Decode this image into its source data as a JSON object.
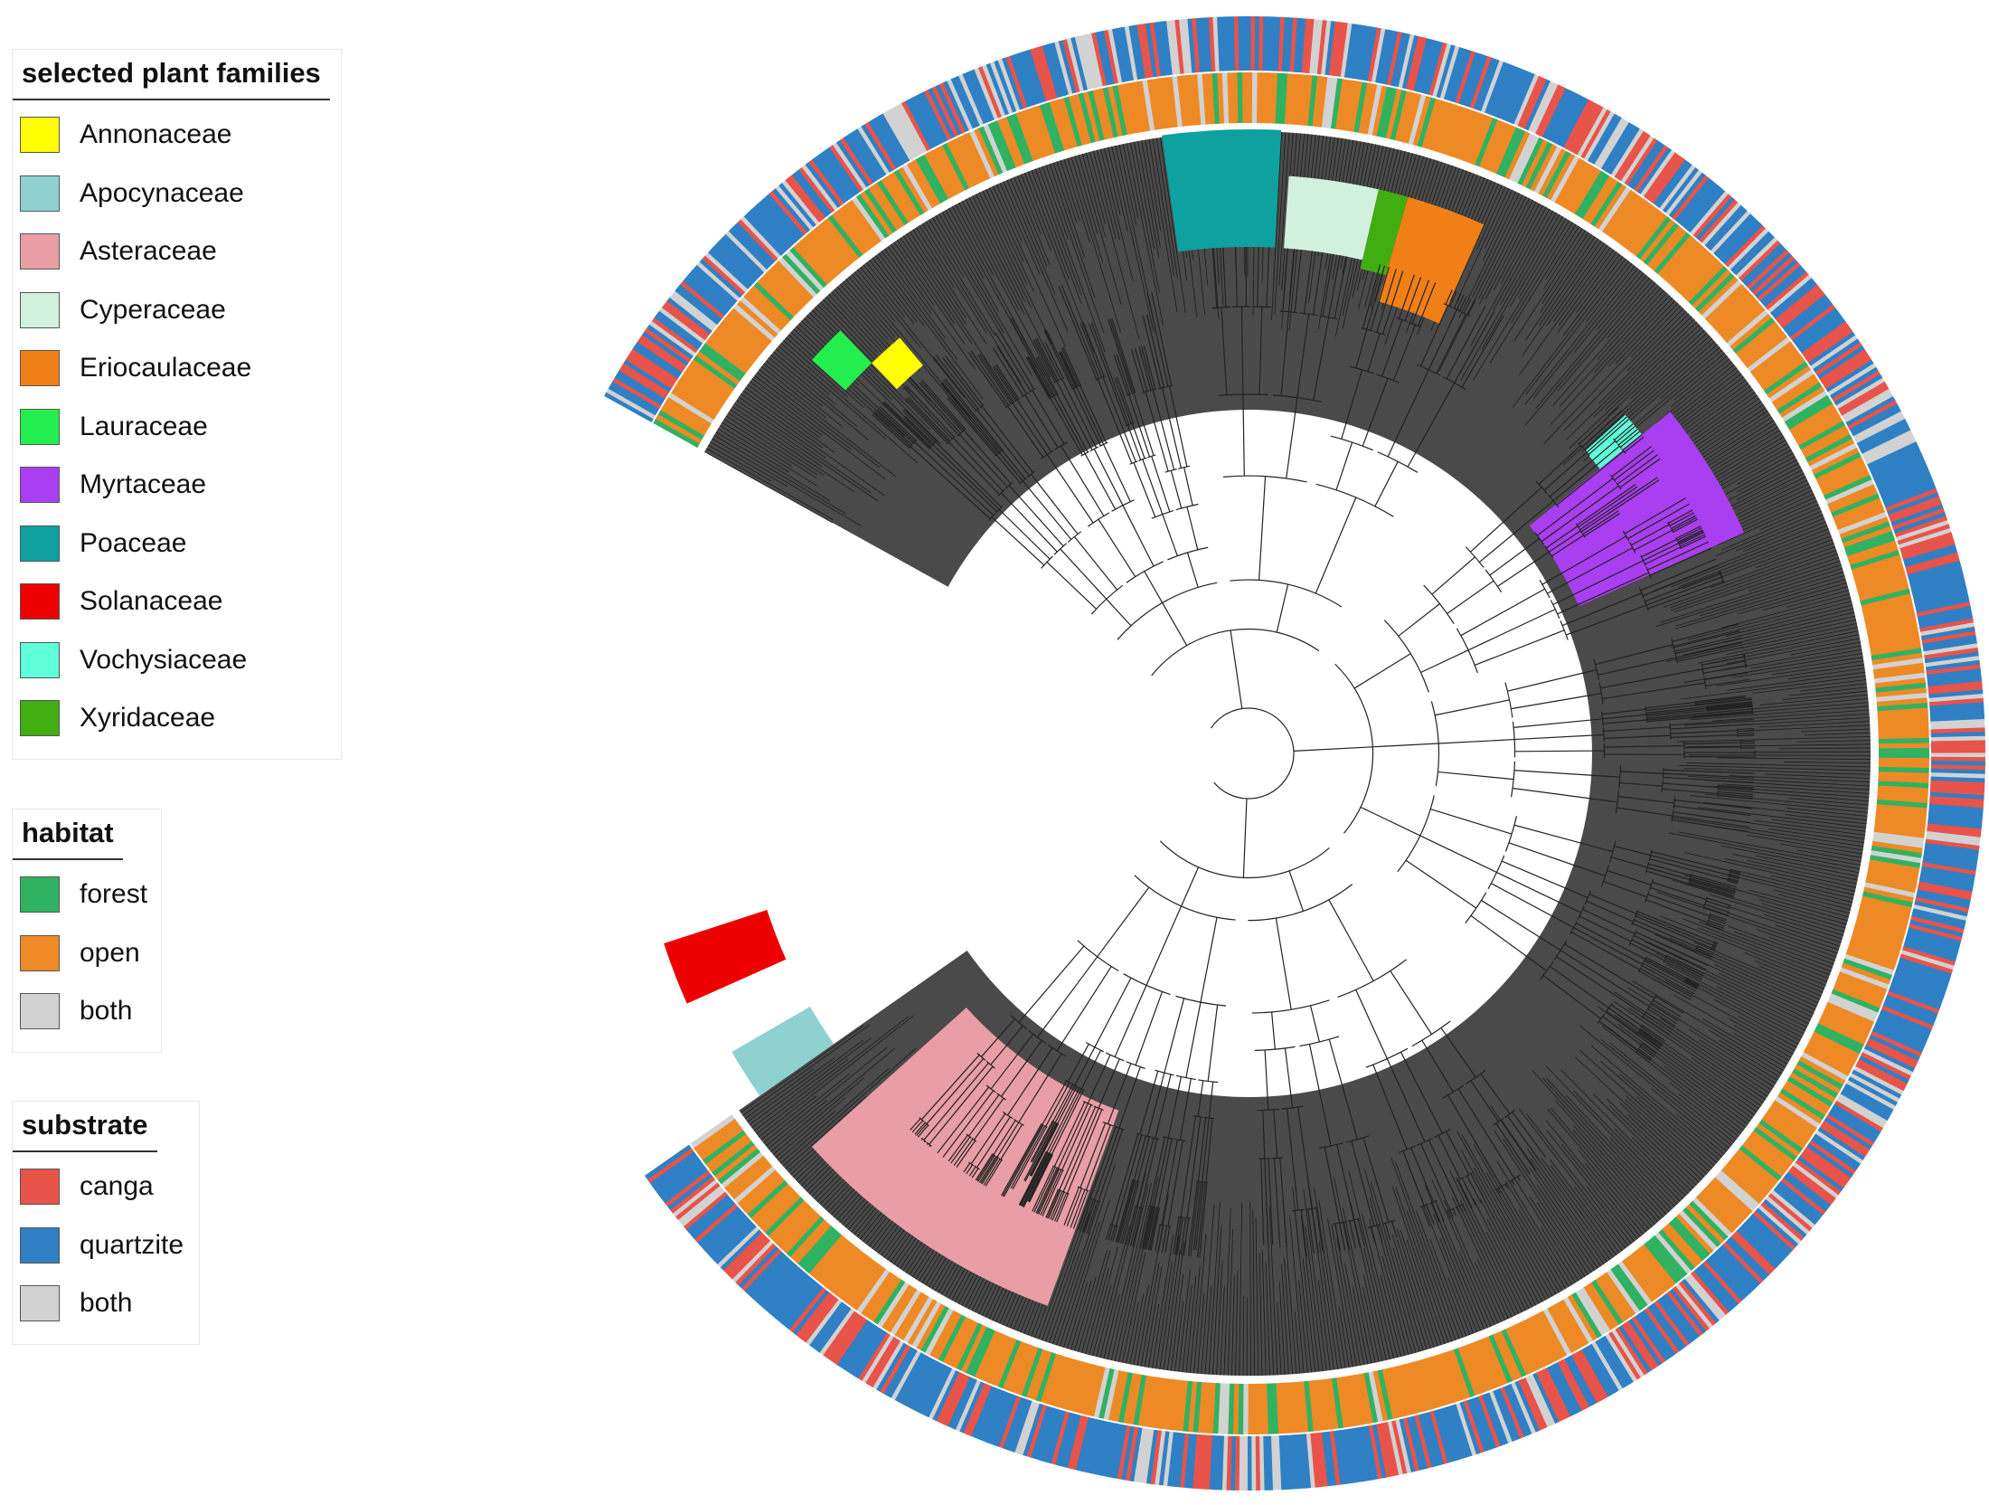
{
  "legends": {
    "families": {
      "title": "selected plant families",
      "items": [
        {
          "label": "Annonaceae",
          "color": "#ffff00"
        },
        {
          "label": "Apocynaceae",
          "color": "#8fd0d0"
        },
        {
          "label": "Asteraceae",
          "color": "#e89ea4"
        },
        {
          "label": "Cyperaceae",
          "color": "#d2f0de"
        },
        {
          "label": "Eriocaulaceae",
          "color": "#f17f17"
        },
        {
          "label": "Lauraceae",
          "color": "#23ee4d"
        },
        {
          "label": "Myrtaceae",
          "color": "#a93ff0"
        },
        {
          "label": "Poaceae",
          "color": "#0fa0a0"
        },
        {
          "label": "Solanaceae",
          "color": "#ee0000"
        },
        {
          "label": "Vochysiaceae",
          "color": "#5fffd9"
        },
        {
          "label": "Xyridaceae",
          "color": "#40ad10"
        }
      ]
    },
    "habitat": {
      "title": "habitat",
      "items": [
        {
          "label": "forest",
          "color": "#2fb261"
        },
        {
          "label": "open",
          "color": "#ed8a26"
        },
        {
          "label": "both",
          "color": "#d2d2d2"
        }
      ]
    },
    "substrate": {
      "title": "substrate",
      "items": [
        {
          "label": "canga",
          "color": "#e8534a"
        },
        {
          "label": "quartzite",
          "color": "#2f80c4"
        },
        {
          "label": "both",
          "color": "#d2d2d2"
        }
      ]
    }
  }
}
